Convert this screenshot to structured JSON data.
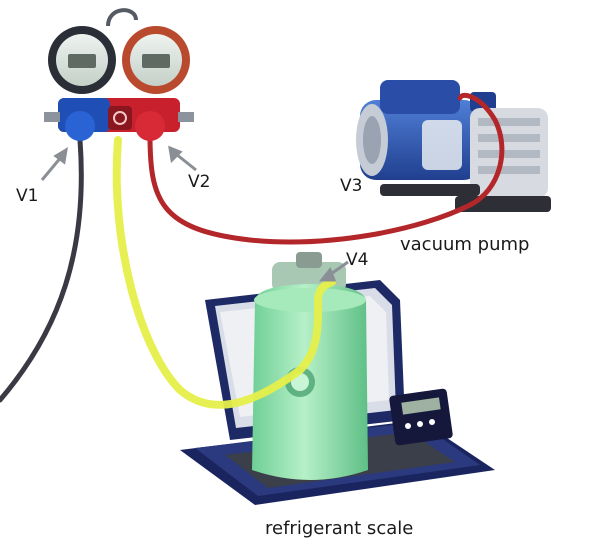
{
  "labels": {
    "v1": "V1",
    "v2": "V2",
    "v3": "V3",
    "v4": "V4",
    "vacuum_pump": "vacuum pump",
    "refrigerant_scale": "refrigerant scale"
  },
  "colors": {
    "hose_red": "#b3262a",
    "hose_yellow": "#e6ef4a",
    "hose_dark": "#3a3a44",
    "manifold_blue": "#1f4fb5",
    "manifold_red": "#c8202c",
    "pump_blue": "#2d59b8",
    "cylinder_green": "#8fe0a9",
    "scale_case": "#1e2a66"
  },
  "icons": [
    "manifold-gauge",
    "vacuum-pump",
    "refrigerant-cylinder",
    "refrigerant-scale"
  ]
}
